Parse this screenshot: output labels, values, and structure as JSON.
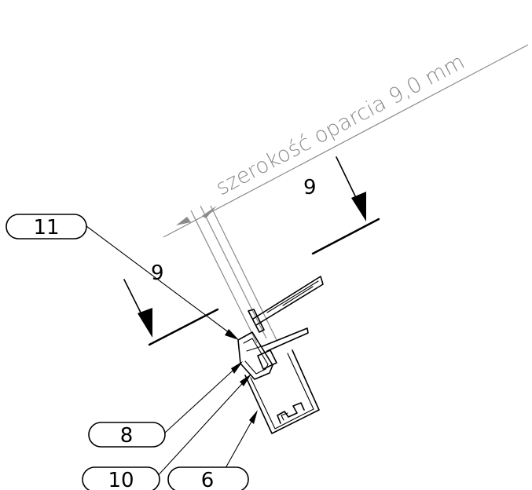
{
  "dimension": {
    "label": "szerokość oparcia 9,0 mm"
  },
  "section_marks": {
    "right": "9",
    "left": "9"
  },
  "balloons": {
    "b11": "11",
    "b8": "8",
    "b10": "10",
    "b6": "6"
  }
}
